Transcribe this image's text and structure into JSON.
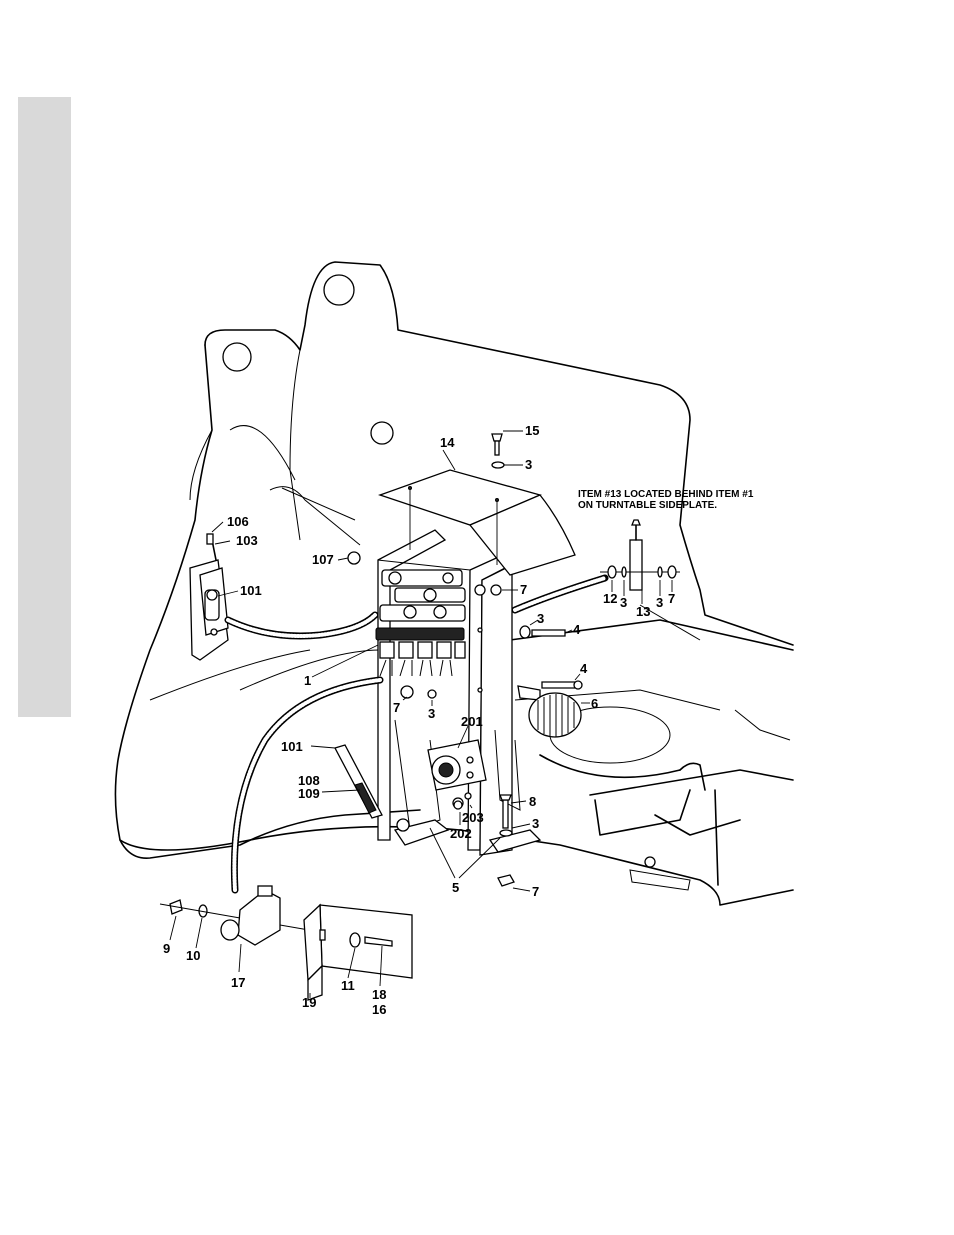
{
  "note": {
    "line1": "ITEM #13 LOCATED BEHIND ITEM #1",
    "line2": "ON TURNTABLE SIDEPLATE."
  },
  "callouts": [
    {
      "id": "c15",
      "label": "15"
    },
    {
      "id": "c14",
      "label": "14"
    },
    {
      "id": "c3a",
      "label": "3"
    },
    {
      "id": "c106",
      "label": "106"
    },
    {
      "id": "c103",
      "label": "103"
    },
    {
      "id": "c107",
      "label": "107"
    },
    {
      "id": "c101a",
      "label": "101"
    },
    {
      "id": "c7a",
      "label": "7"
    },
    {
      "id": "c12",
      "label": "12"
    },
    {
      "id": "c3b",
      "label": "3"
    },
    {
      "id": "c13",
      "label": "13"
    },
    {
      "id": "c3c",
      "label": "3"
    },
    {
      "id": "c7b",
      "label": "7"
    },
    {
      "id": "c3d",
      "label": "3"
    },
    {
      "id": "c4a",
      "label": "4"
    },
    {
      "id": "c4b",
      "label": "4"
    },
    {
      "id": "c1",
      "label": "1"
    },
    {
      "id": "c6",
      "label": "6"
    },
    {
      "id": "c7c",
      "label": "7"
    },
    {
      "id": "c3e",
      "label": "3"
    },
    {
      "id": "c201",
      "label": "201"
    },
    {
      "id": "c101b",
      "label": "101"
    },
    {
      "id": "c108",
      "label": "108"
    },
    {
      "id": "c109",
      "label": "109"
    },
    {
      "id": "c8",
      "label": "8"
    },
    {
      "id": "c203",
      "label": "203"
    },
    {
      "id": "c3f",
      "label": "3"
    },
    {
      "id": "c202",
      "label": "202"
    },
    {
      "id": "c5",
      "label": "5"
    },
    {
      "id": "c7d",
      "label": "7"
    },
    {
      "id": "c9",
      "label": "9"
    },
    {
      "id": "c10",
      "label": "10"
    },
    {
      "id": "c17",
      "label": "17"
    },
    {
      "id": "c11",
      "label": "11"
    },
    {
      "id": "c19",
      "label": "19"
    },
    {
      "id": "c18",
      "label": "18"
    },
    {
      "id": "c16",
      "label": "16"
    }
  ]
}
